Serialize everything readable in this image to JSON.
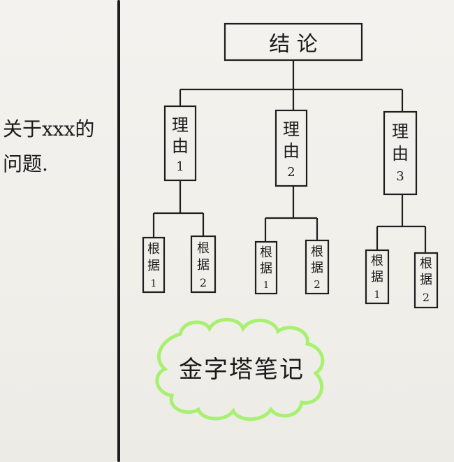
{
  "side_note": {
    "line1": "关于xxx的",
    "line2": "问题."
  },
  "diagram": {
    "conclusion": "结 论",
    "reasons": [
      {
        "label": [
          "理",
          "由",
          "1"
        ],
        "evidence": [
          [
            "根",
            "据",
            "1"
          ],
          [
            "根",
            "据",
            "2"
          ]
        ]
      },
      {
        "label": [
          "理",
          "由",
          "2"
        ],
        "evidence": [
          [
            "根",
            "据",
            "1"
          ],
          [
            "根",
            "据",
            "2"
          ]
        ]
      },
      {
        "label": [
          "理",
          "由",
          "3"
        ],
        "evidence": [
          [
            "根",
            "据",
            "1"
          ],
          [
            "根",
            "据",
            "2"
          ]
        ]
      }
    ],
    "cloud_text": "金字塔笔记",
    "colors": {
      "ink": "#1e1e1e",
      "highlight": "#a8f070",
      "paper": "#f3f1ec"
    }
  }
}
